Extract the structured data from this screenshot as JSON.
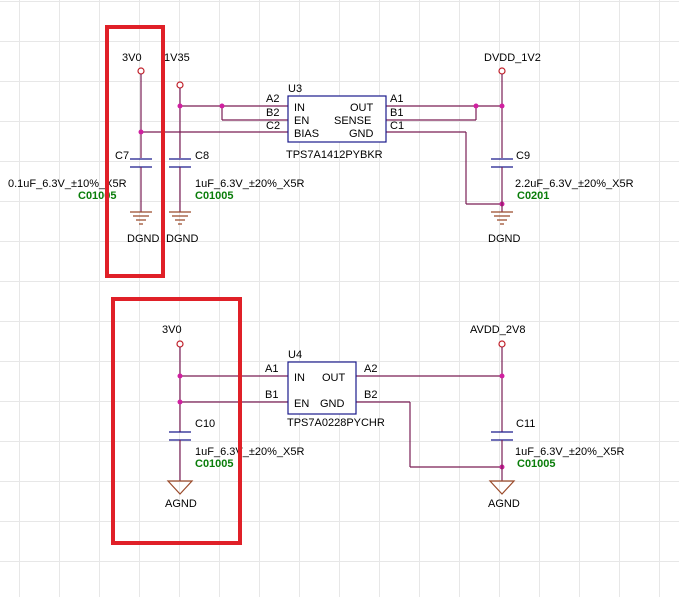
{
  "top": {
    "power_3v0": "3V0",
    "power_1v35": "1V35",
    "power_dvdd": "DVDD_1V2",
    "u3": {
      "ref": "U3",
      "part": "TPS7A1412PYBKR",
      "pins_left": [
        "IN",
        "EN",
        "BIAS"
      ],
      "pins_right": [
        "OUT",
        "SENSE",
        "GND"
      ],
      "ball_left": [
        "A2",
        "B2",
        "C2"
      ],
      "ball_right": [
        "A1",
        "B1",
        "C1"
      ]
    },
    "c7": {
      "ref": "C7",
      "value": "0.1uF_6.3V_±10%_X5R",
      "footprint": "C01005",
      "gnd": "DGND"
    },
    "c8": {
      "ref": "C8",
      "value": "1uF_6.3V_±20%_X5R",
      "footprint": "C01005",
      "gnd": "DGND"
    },
    "c9": {
      "ref": "C9",
      "value": "2.2uF_6.3V_±20%_X5R",
      "footprint": "C0201",
      "gnd": "DGND"
    }
  },
  "bottom": {
    "power_3v0": "3V0",
    "power_avdd": "AVDD_2V8",
    "u4": {
      "ref": "U4",
      "part": "TPS7A0228PYCHR",
      "pins_left": [
        "IN",
        "EN"
      ],
      "pins_right": [
        "OUT",
        "GND"
      ],
      "ball_left": [
        "A1",
        "B1"
      ],
      "ball_right": [
        "A2",
        "B2"
      ]
    },
    "c10": {
      "ref": "C10",
      "value": "1uF_6.3V_±20%_X5R",
      "footprint": "C01005",
      "gnd": "AGND"
    },
    "c11": {
      "ref": "C11",
      "value": "1uF_6.3V_±20%_X5R",
      "footprint": "C01005",
      "gnd": "AGND"
    }
  },
  "colors": {
    "wire": "#7a1f55",
    "component": "#1a1a8c",
    "footprint": "#0a7d0a",
    "highlight": "#e02028",
    "junction": "#d020a0"
  }
}
